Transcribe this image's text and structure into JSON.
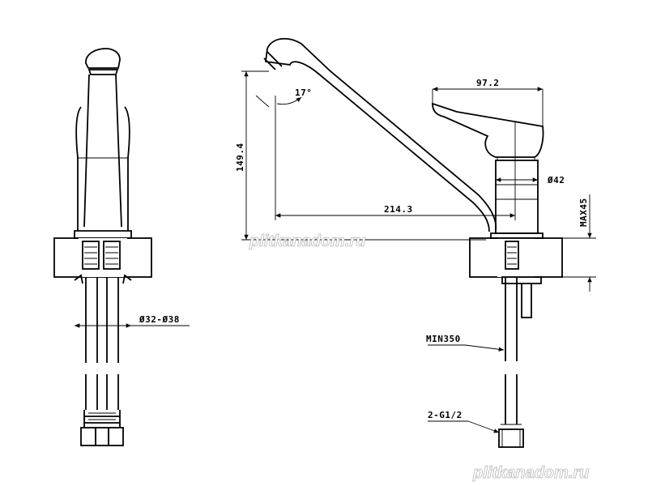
{
  "dimensions": {
    "handle_width": "97.2",
    "spout_angle": "17°",
    "spout_height": "149.4",
    "body_diameter": "Ø42",
    "spout_reach": "214.3",
    "max_counter_thickness": "MAX45",
    "mounting_hole": "Ø32-Ø38",
    "hose_min_length": "MIN350",
    "hose_connection": "2-G1/2"
  },
  "watermarks": {
    "center": "plitkanadom.ru",
    "bottom_right": "plitkanadom.ru"
  }
}
